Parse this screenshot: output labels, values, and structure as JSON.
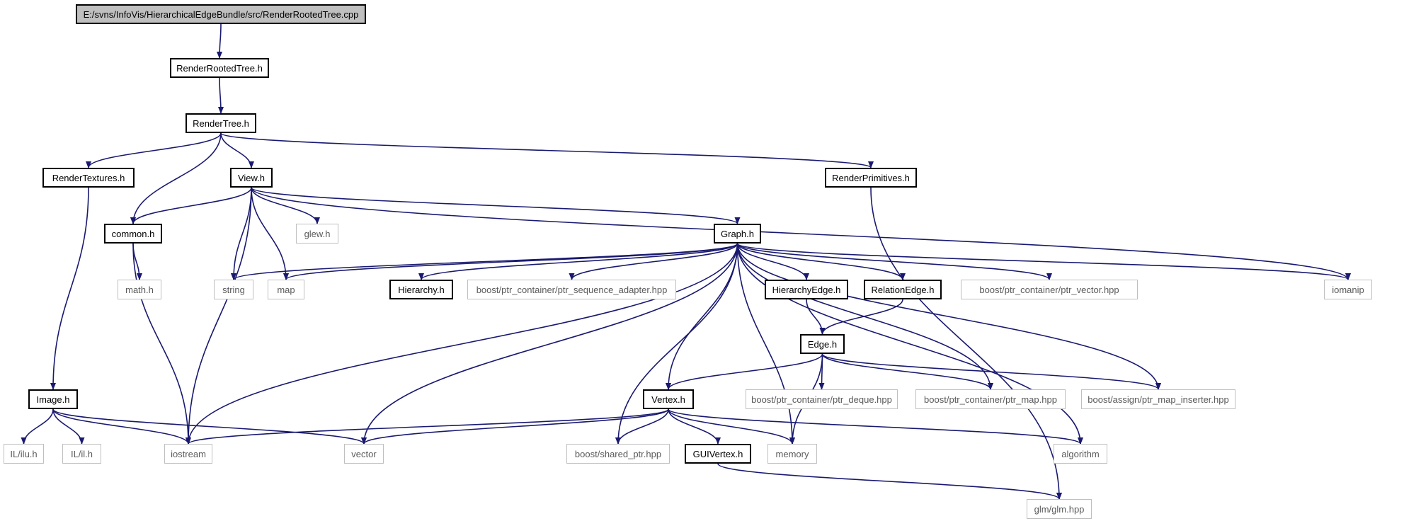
{
  "colors": {
    "edge": "#191970",
    "root_fill": "#bfbfbf",
    "internal_border": "#000000",
    "external_border": "#bfbfbf"
  },
  "nodes": [
    {
      "id": "root",
      "label": "E:/svns/InfoVis/HierarchicalEdgeBundle/src/RenderRootedTree.cpp",
      "kind": "root"
    },
    {
      "id": "rrt",
      "label": "RenderRootedTree.h",
      "kind": "internal"
    },
    {
      "id": "rt",
      "label": "RenderTree.h",
      "kind": "internal"
    },
    {
      "id": "rtex",
      "label": "RenderTextures.h",
      "kind": "internal"
    },
    {
      "id": "view",
      "label": "View.h",
      "kind": "internal"
    },
    {
      "id": "rprim",
      "label": "RenderPrimitives.h",
      "kind": "internal"
    },
    {
      "id": "common",
      "label": "common.h",
      "kind": "internal"
    },
    {
      "id": "glew",
      "label": "glew.h",
      "kind": "external"
    },
    {
      "id": "graph",
      "label": "Graph.h",
      "kind": "internal"
    },
    {
      "id": "math",
      "label": "math.h",
      "kind": "external"
    },
    {
      "id": "string",
      "label": "string",
      "kind": "external"
    },
    {
      "id": "map",
      "label": "map",
      "kind": "external"
    },
    {
      "id": "hier",
      "label": "Hierarchy.h",
      "kind": "internal"
    },
    {
      "id": "seq",
      "label": "boost/ptr_container/ptr_sequence_adapter.hpp",
      "kind": "external"
    },
    {
      "id": "hedge",
      "label": "HierarchyEdge.h",
      "kind": "internal"
    },
    {
      "id": "redge",
      "label": "RelationEdge.h",
      "kind": "internal"
    },
    {
      "id": "pvec",
      "label": "boost/ptr_container/ptr_vector.hpp",
      "kind": "external"
    },
    {
      "id": "iomanip",
      "label": "iomanip",
      "kind": "external"
    },
    {
      "id": "edge",
      "label": "Edge.h",
      "kind": "internal"
    },
    {
      "id": "image",
      "label": "Image.h",
      "kind": "internal"
    },
    {
      "id": "vertex",
      "label": "Vertex.h",
      "kind": "internal"
    },
    {
      "id": "pdeque",
      "label": "boost/ptr_container/ptr_deque.hpp",
      "kind": "external"
    },
    {
      "id": "pmap",
      "label": "boost/ptr_container/ptr_map.hpp",
      "kind": "external"
    },
    {
      "id": "pmi",
      "label": "boost/assign/ptr_map_inserter.hpp",
      "kind": "external"
    },
    {
      "id": "ilu",
      "label": "IL/ilu.h",
      "kind": "external"
    },
    {
      "id": "il",
      "label": "IL/il.h",
      "kind": "external"
    },
    {
      "id": "iostream",
      "label": "iostream",
      "kind": "external"
    },
    {
      "id": "vector",
      "label": "vector",
      "kind": "external"
    },
    {
      "id": "shptr",
      "label": "boost/shared_ptr.hpp",
      "kind": "external"
    },
    {
      "id": "guiv",
      "label": "GUIVertex.h",
      "kind": "internal"
    },
    {
      "id": "memory",
      "label": "memory",
      "kind": "external"
    },
    {
      "id": "algorithm",
      "label": "algorithm",
      "kind": "external"
    },
    {
      "id": "glm",
      "label": "glm/glm.hpp",
      "kind": "external"
    }
  ],
  "edges": [
    [
      "root",
      "rrt"
    ],
    [
      "rrt",
      "rt"
    ],
    [
      "rt",
      "rtex"
    ],
    [
      "rt",
      "common"
    ],
    [
      "rt",
      "view"
    ],
    [
      "rt",
      "rprim"
    ],
    [
      "rtex",
      "image"
    ],
    [
      "rprim",
      "glm"
    ],
    [
      "view",
      "common"
    ],
    [
      "view",
      "glew"
    ],
    [
      "view",
      "string"
    ],
    [
      "view",
      "map"
    ],
    [
      "view",
      "iostream"
    ],
    [
      "view",
      "graph"
    ],
    [
      "view",
      "iomanip"
    ],
    [
      "common",
      "math"
    ],
    [
      "common",
      "iostream"
    ],
    [
      "graph",
      "string"
    ],
    [
      "graph",
      "map"
    ],
    [
      "graph",
      "iostream"
    ],
    [
      "graph",
      "vector"
    ],
    [
      "graph",
      "hier"
    ],
    [
      "graph",
      "seq"
    ],
    [
      "graph",
      "hedge"
    ],
    [
      "graph",
      "redge"
    ],
    [
      "graph",
      "pvec"
    ],
    [
      "graph",
      "iomanip"
    ],
    [
      "graph",
      "vertex"
    ],
    [
      "graph",
      "shptr"
    ],
    [
      "graph",
      "pmap"
    ],
    [
      "graph",
      "pmi"
    ],
    [
      "graph",
      "memory"
    ],
    [
      "graph",
      "algorithm"
    ],
    [
      "hedge",
      "edge"
    ],
    [
      "redge",
      "edge"
    ],
    [
      "edge",
      "vertex"
    ],
    [
      "edge",
      "pdeque"
    ],
    [
      "edge",
      "pmap"
    ],
    [
      "edge",
      "pmi"
    ],
    [
      "edge",
      "memory"
    ],
    [
      "vertex",
      "iostream"
    ],
    [
      "vertex",
      "vector"
    ],
    [
      "vertex",
      "shptr"
    ],
    [
      "vertex",
      "guiv"
    ],
    [
      "vertex",
      "memory"
    ],
    [
      "vertex",
      "algorithm"
    ],
    [
      "guiv",
      "glm"
    ],
    [
      "image",
      "ilu"
    ],
    [
      "image",
      "il"
    ],
    [
      "image",
      "iostream"
    ],
    [
      "image",
      "vector"
    ]
  ]
}
